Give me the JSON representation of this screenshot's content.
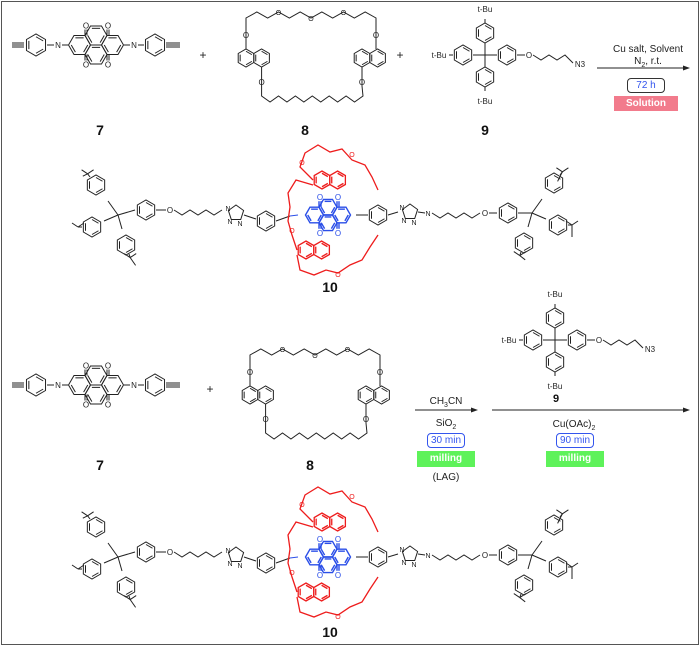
{
  "compound_labels": {
    "c7": "7",
    "c8": "8",
    "c9": "9",
    "c10": "10"
  },
  "atoms": {
    "O": "O",
    "N": "N",
    "N3": "N3",
    "tBu": "t-Bu"
  },
  "plus": "+",
  "route_top": {
    "reagents": "Cu salt, Solvent",
    "conditions_main": "N",
    "conditions_sub": "2",
    "conditions_rest": ", r.t.",
    "time": "72 h",
    "method": "Solution"
  },
  "route_bottom": {
    "step1_reagent_main": "CH",
    "step1_reagent_sub": "3",
    "step1_reagent_rest": "CN",
    "step1_additive_main": "SiO",
    "step1_additive_sub": "2",
    "step1_time": "30 min",
    "step1_method": "milling",
    "step1_note": "(LAG)",
    "step2_reagent_main": "Cu(OAc)",
    "step2_reagent_sub": "2",
    "step2_time": "90 min",
    "step2_method": "milling"
  },
  "colors": {
    "ndi": "#2a4ee8",
    "crown": "#ee1c1c",
    "bond": "#222222",
    "solution": "#f27b8c",
    "milling": "#5ef25a"
  }
}
